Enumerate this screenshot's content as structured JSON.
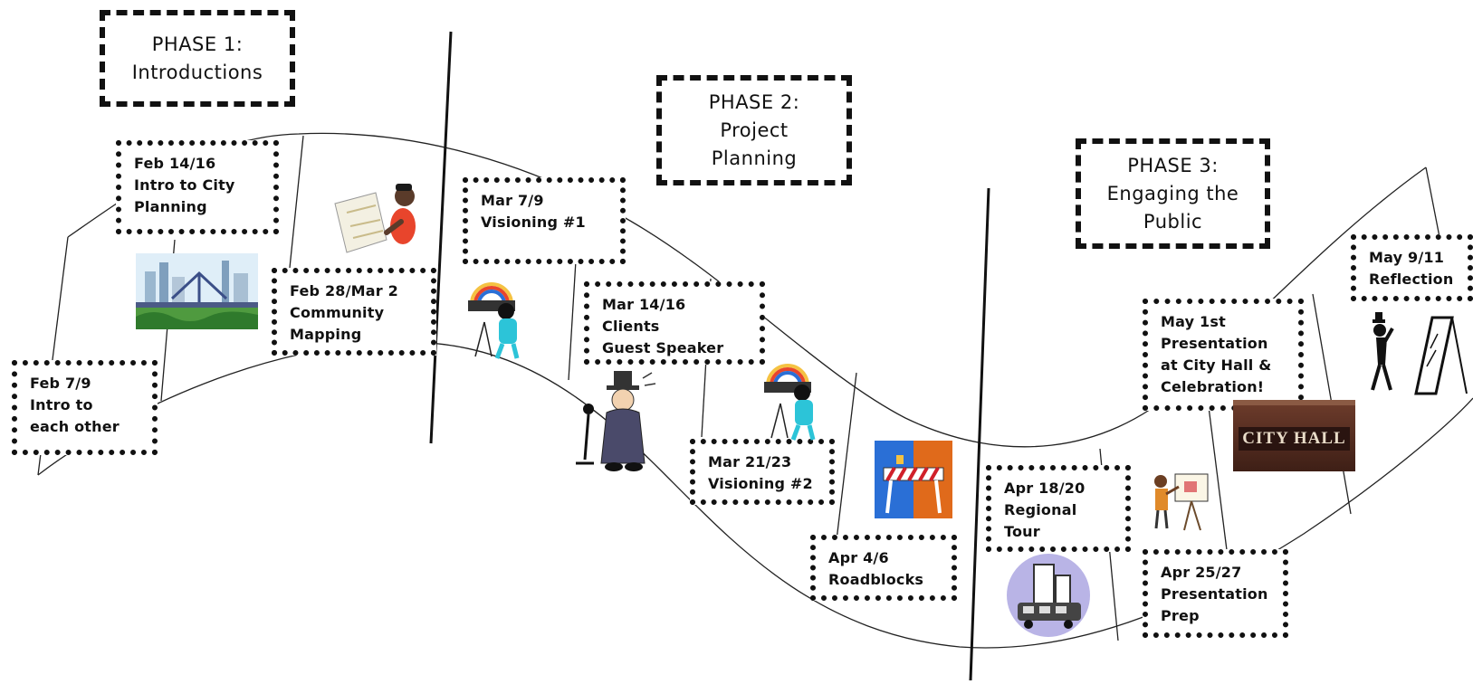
{
  "phases": [
    {
      "line1": "PHASE 1:",
      "line2": "Introductions",
      "line3": ""
    },
    {
      "line1": "PHASE 2:",
      "line2": "Project",
      "line3": "Planning"
    },
    {
      "line1": "PHASE 3:",
      "line2": "Engaging the",
      "line3": "Public"
    }
  ],
  "events": [
    {
      "date": "Feb 7/9",
      "lines": [
        "Intro to",
        "each other"
      ]
    },
    {
      "date": "Feb 14/16",
      "lines": [
        "Intro to City",
        "Planning"
      ]
    },
    {
      "date": "Feb 28/Mar 2",
      "lines": [
        "Community",
        "Mapping"
      ]
    },
    {
      "date": "Mar 7/9",
      "lines": [
        "Visioning #1",
        ""
      ]
    },
    {
      "date": "Mar 14/16",
      "lines": [
        "Clients",
        "Guest Speaker"
      ]
    },
    {
      "date": "Mar 21/23",
      "lines": [
        "Visioning #2",
        ""
      ]
    },
    {
      "date": "Apr 4/6",
      "lines": [
        "Roadblocks",
        ""
      ]
    },
    {
      "date": "Apr 18/20",
      "lines": [
        "Regional",
        "Tour"
      ]
    },
    {
      "date": "Apr 25/27",
      "lines": [
        "Presentation",
        "Prep"
      ]
    },
    {
      "date": "May 1st",
      "lines": [
        "Presentation",
        "at City Hall &",
        "Celebration!"
      ]
    },
    {
      "date": "May 9/11",
      "lines": [
        "Reflection",
        ""
      ]
    }
  ],
  "images": {
    "city_hall_sign": "CITY HALL"
  },
  "colors": {
    "ink": "#111111",
    "map_girl_shirt": "#e8452c",
    "photographer_body": "#2cc4d8",
    "rainbow": "#f5c242",
    "roadblock_blue": "#2a6fd6",
    "roadblock_orange": "#e06a1b",
    "city_hall_brown": "#5a2e22",
    "tour_circle": "#b9b4e6"
  }
}
